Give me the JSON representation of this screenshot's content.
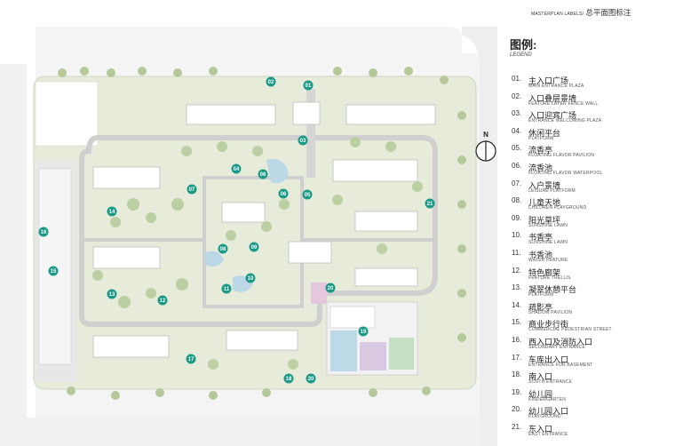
{
  "header": {
    "en": "MASTERPLAN LABELS/",
    "zh": "总平面图标注"
  },
  "legend": {
    "title": "图例:",
    "subtitle": "LEGEND",
    "items": [
      {
        "num": "01.",
        "zh": "主入口广场",
        "en": "MAIN ENTRANCE PLAZA"
      },
      {
        "num": "02.",
        "zh": "入口叠层景墙",
        "en": "FEATURE LAYER FENCE WALL"
      },
      {
        "num": "03.",
        "zh": "入口迎宾广场",
        "en": "ENTRANCE WELCOMING PLAZA"
      },
      {
        "num": "04.",
        "zh": "休闲平台",
        "en": "PLATFORM"
      },
      {
        "num": "05.",
        "zh": "流香亭",
        "en": "FLOATING FLAVOR PAVILION"
      },
      {
        "num": "06.",
        "zh": "流香池",
        "en": "FLOATING FLAVOR WATERPOOL"
      },
      {
        "num": "07.",
        "zh": "入户景墙",
        "en": "LEISURE PLATFORM"
      },
      {
        "num": "08.",
        "zh": "儿童天地",
        "en": "CHILDREN PLAYGROUND"
      },
      {
        "num": "09.",
        "zh": "阳光草坪",
        "en": "SUNSHINE LAWN"
      },
      {
        "num": "10.",
        "zh": "书香亭",
        "en": "SUNSHINE LAWN"
      },
      {
        "num": "11.",
        "zh": "书香池",
        "en": "WATER FEATURE"
      },
      {
        "num": "12.",
        "zh": "特色廊架",
        "en": "FEATURE TRELLIS"
      },
      {
        "num": "13.",
        "zh": "凝翠休憩平台",
        "en": "PLATFORM"
      },
      {
        "num": "14.",
        "zh": "疏影亭",
        "en": "SHADOW PAVILION"
      },
      {
        "num": "15.",
        "zh": "商业步行街",
        "en": "COMMERCIAL PEDESTRIAN STREET"
      },
      {
        "num": "16.",
        "zh": "西入口及消防入口",
        "en": "SECONDARY ENTRANCE"
      },
      {
        "num": "17.",
        "zh": "车库出入口",
        "en": "ENTRANCE FOR BASEMENT"
      },
      {
        "num": "18.",
        "zh": "南入口",
        "en": "SOUTH ENTRANCE"
      },
      {
        "num": "19.",
        "zh": "幼儿园",
        "en": "KINDERGARTEN"
      },
      {
        "num": "20.",
        "zh": "幼儿园入口",
        "en": "PLAYGROUND"
      },
      {
        "num": "21.",
        "zh": "东入口",
        "en": "EAST ENTRANCE"
      }
    ]
  },
  "north": {
    "label": "N",
    "icon": "north-arrow-icon"
  },
  "markers": [
    "01",
    "02",
    "03",
    "04",
    "05",
    "06",
    "06",
    "07",
    "08",
    "09",
    "10",
    "11",
    "12",
    "13",
    "14",
    "15",
    "16",
    "17",
    "18",
    "20",
    "20",
    "19",
    "21"
  ],
  "colors": {
    "marker": "#1a9a86",
    "lawn": "#dfe6c9",
    "tree": "#a8c08a",
    "road": "#ececec",
    "path": "#bdbdbd",
    "water": "#b7d6e6"
  }
}
